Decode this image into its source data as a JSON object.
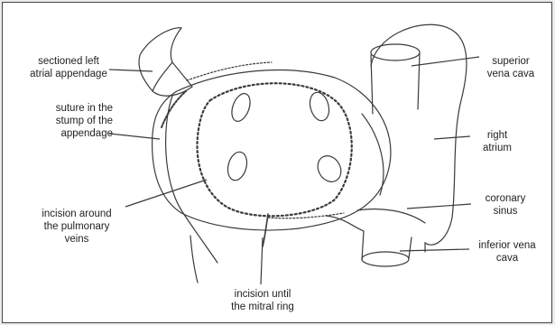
{
  "labels": {
    "sectioned_appendage": [
      "sectioned left",
      "atrial appendage"
    ],
    "suture_stump": [
      "suture in the",
      "stump of the",
      "appendage"
    ],
    "incision_pulmonary": [
      "incision around",
      "the pulmonary",
      "veins"
    ],
    "incision_mitral": [
      "incision until",
      "the mitral ring"
    ],
    "superior_vena_cava": [
      "superior",
      "vena cava"
    ],
    "right_atrium": [
      "right",
      "atrium"
    ],
    "coronary_sinus": [
      "coronary",
      "sinus"
    ],
    "inferior_vena_cava": [
      "inferior vena",
      "cava"
    ]
  }
}
